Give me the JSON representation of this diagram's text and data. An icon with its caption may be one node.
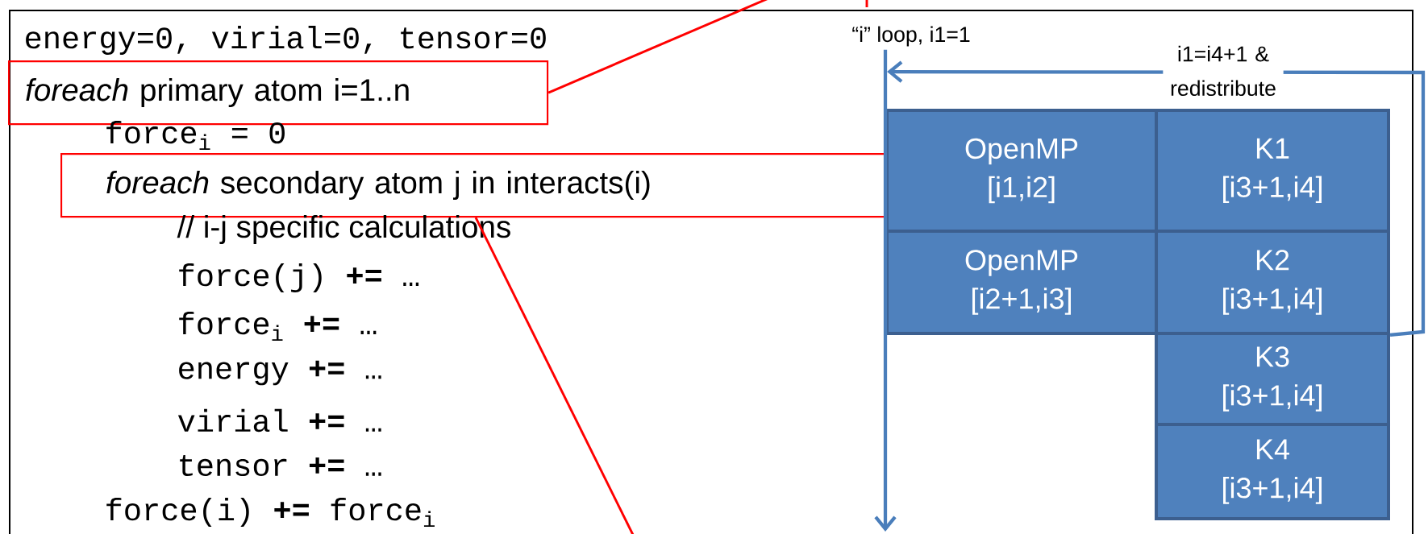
{
  "diagram": {
    "nodes": [
      {
        "text": [
          "*foreach* primary atom i=1..n"
        ]
      },
      {
        "text": [
          "*foreach* secondary atom j in interacts(i)"
        ]
      },
      {
        "text": [
          "“i” loop, i1=1"
        ]
      },
      {
        "text": [
          "OpenMP",
          "[i1,i2]"
        ]
      },
      {
        "text": [
          "K1",
          "[i3+1,i4]"
        ]
      },
      {
        "text": [
          "OpenMP",
          "[i2+1,i3]"
        ]
      },
      {
        "text": [
          "K2",
          "[i3+1,i4]"
        ]
      },
      {
        "text": [
          "K3",
          "[i3+1,i4]"
        ]
      },
      {
        "text": [
          "K4",
          "[i3+1,i4]"
        ]
      }
    ],
    "edges": [
      {
        "from": 0,
        "to": null,
        "arrow": "none",
        "color": "#ff0000"
      },
      {
        "from": 1,
        "to": null,
        "arrow": "none",
        "color": "#ff0000"
      },
      {
        "from": 2,
        "to": null,
        "arrow": "to",
        "color": "#4a7ebb"
      },
      {
        "from": 6,
        "to": 2,
        "arrow": "to",
        "color": "#4a7ebb",
        "label": "i1=i4+1 & redistribute"
      }
    ],
    "labels": [
      "energy=0, virial=0, tensor=0",
      "force$_{i}$ = 0",
      "// i-j specific calculations",
      "force(j) **+=** …",
      "force$_{i}$ **+=** …",
      "energy **+=** …",
      "virial **+=** …",
      "tensor **+=** …",
      "force(i) **+=** force$_{i}$"
    ]
  }
}
